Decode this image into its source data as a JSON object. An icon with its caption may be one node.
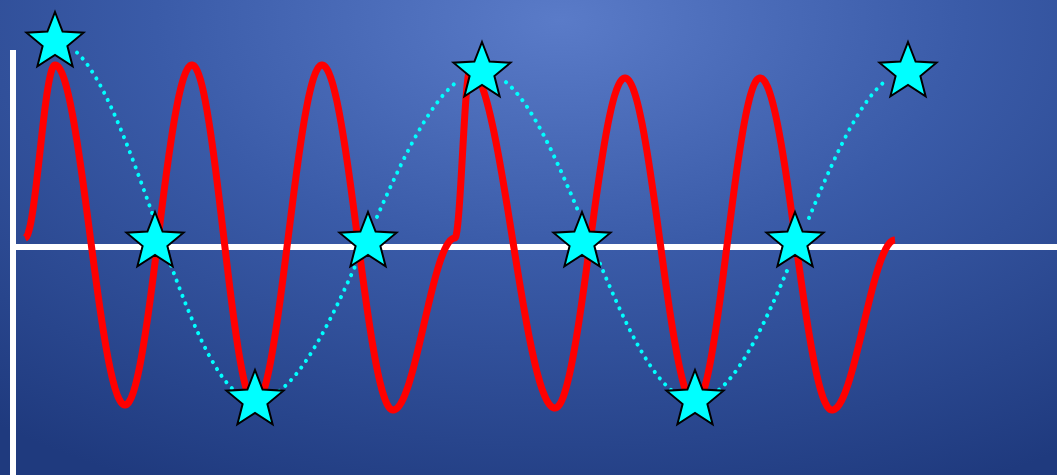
{
  "diagram": {
    "nodes": [
      {
        "text": [],
        "shape": "star"
      },
      {
        "text": [],
        "shape": "star"
      },
      {
        "text": [],
        "shape": "star"
      },
      {
        "text": [],
        "shape": "star"
      },
      {
        "text": [],
        "shape": "star"
      },
      {
        "text": [],
        "shape": "star"
      },
      {
        "text": [],
        "shape": "star"
      },
      {
        "text": [],
        "shape": "star"
      },
      {
        "text": [],
        "shape": "star"
      }
    ],
    "edges": [
      {
        "from": 0,
        "to": 1,
        "arrow": "none",
        "style": "dashed"
      },
      {
        "from": 1,
        "to": 2,
        "arrow": "none",
        "style": "dashed"
      },
      {
        "from": 2,
        "to": 3,
        "arrow": "none",
        "style": "dashed"
      },
      {
        "from": 3,
        "to": 4,
        "arrow": "none",
        "style": "dashed"
      },
      {
        "from": 4,
        "to": 5,
        "arrow": "none",
        "style": "dashed"
      },
      {
        "from": 5,
        "to": 6,
        "arrow": "none",
        "style": "dashed"
      },
      {
        "from": 6,
        "to": 7,
        "arrow": "none",
        "style": "dashed"
      },
      {
        "from": 7,
        "to": 8,
        "arrow": "none",
        "style": "dashed"
      }
    ]
  }
}
